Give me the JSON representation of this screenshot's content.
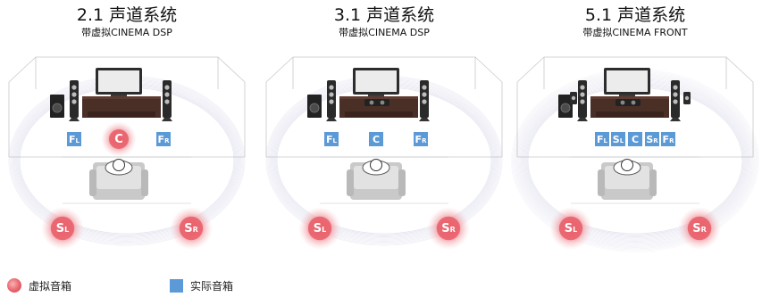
{
  "panels": [
    {
      "title": "2.1 声道系统",
      "subtitle": "带虚拟CINEMA DSP",
      "virtual_center": true,
      "front_speakers": [
        "FL",
        "C",
        "FR"
      ],
      "surround": [
        "SL",
        "SR"
      ]
    },
    {
      "title": "3.1 声道系统",
      "subtitle": "带虚拟CINEMA DSP",
      "virtual_center": false,
      "front_speakers": [
        "FL",
        "C",
        "FR"
      ],
      "surround": [
        "SL",
        "SR"
      ]
    },
    {
      "title": "5.1 声道系统",
      "subtitle": "带虚拟CINEMA FRONT",
      "virtual_center": false,
      "front_speakers": [
        "FL",
        "SL",
        "C",
        "SR",
        "FR"
      ],
      "surround": [
        "SL",
        "SR"
      ]
    }
  ],
  "legend": {
    "virtual_label": "虚拟音箱",
    "real_label": "实际音箱"
  },
  "colors": {
    "real_speaker": "#5b9ad7",
    "virtual_speaker": "#e8646c",
    "wave": "#9a9cc8"
  }
}
